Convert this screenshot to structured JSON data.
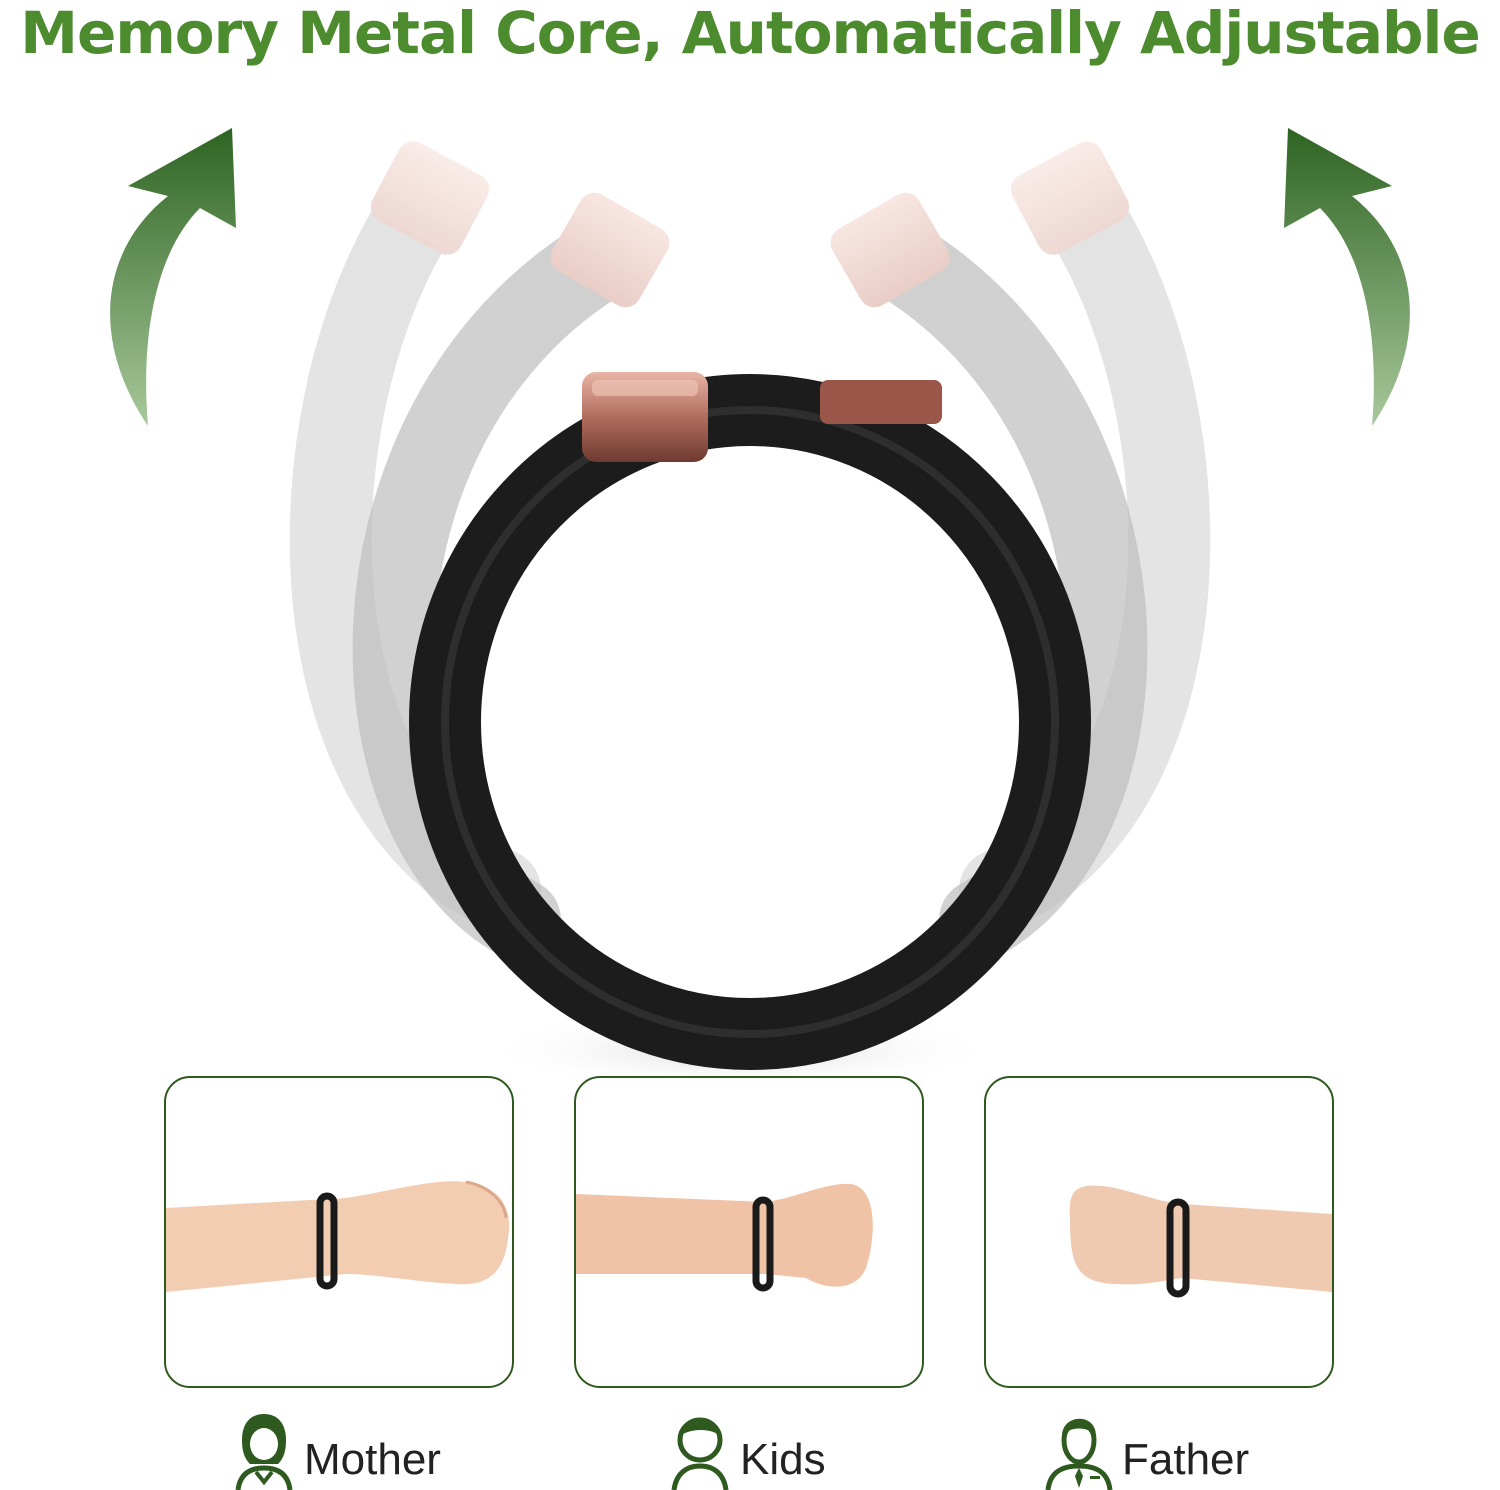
{
  "headline": {
    "text": "Memory Metal Core, Automatically Adjustable",
    "color": "#4d8b2f"
  },
  "colors": {
    "arrow_dark": "#2e6422",
    "arrow_light": "#9bbf8c",
    "band_black": "#1c1c1c",
    "band_grey": "#c4c4c4",
    "rose_gold": "#b9776a",
    "panel_border": "#2f5a1f",
    "icon_green": "#2f5a1f"
  },
  "hero": {
    "arrow_left_icon": "curved-up-arrow-icon",
    "arrow_right_icon": "curved-up-arrow-icon",
    "product": "adjustable-bracelet"
  },
  "panels": [
    {
      "id": "mother",
      "label": "Mother",
      "icon": "woman-person-icon"
    },
    {
      "id": "kids",
      "label": "Kids",
      "icon": "child-person-icon"
    },
    {
      "id": "father",
      "label": "Father",
      "icon": "man-tie-person-icon"
    }
  ]
}
